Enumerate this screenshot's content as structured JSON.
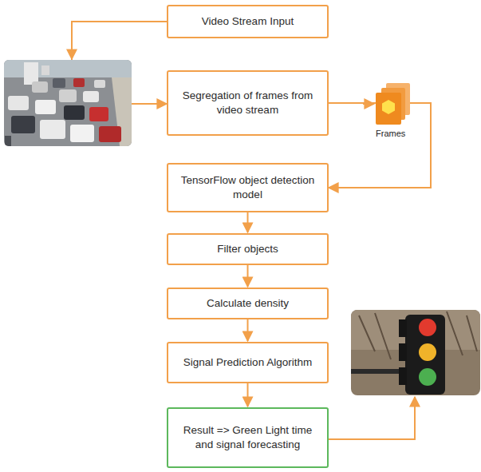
{
  "diagram": {
    "nodes": [
      {
        "text": [
          "Video Stream Input"
        ]
      },
      {
        "text": [
          "Segregation of frames from video stream"
        ]
      },
      {
        "text": [
          "TensorFlow object detection model"
        ]
      },
      {
        "text": [
          "Filter objects"
        ]
      },
      {
        "text": [
          "Calculate density"
        ]
      },
      {
        "text": [
          "Signal Prediction Algorithm"
        ]
      },
      {
        "text": [
          "Result => Green Light time and signal forecasting"
        ]
      }
    ],
    "edges": [
      {
        "from": 0,
        "to": 1,
        "arrow": "to"
      },
      {
        "from": 1,
        "to": 2,
        "arrow": "to"
      },
      {
        "from": 2,
        "to": 3,
        "arrow": "to"
      },
      {
        "from": 3,
        "to": 4,
        "arrow": "to"
      },
      {
        "from": 4,
        "to": 5,
        "arrow": "to"
      },
      {
        "from": 5,
        "to": 6,
        "arrow": "to"
      }
    ],
    "labels": [
      "Frames"
    ]
  }
}
